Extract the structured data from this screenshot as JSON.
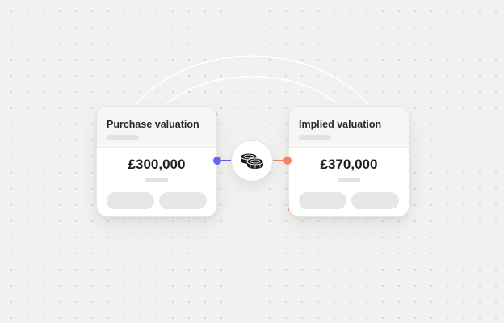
{
  "accent_colors": {
    "left": "#6366f1",
    "right": "#f4845f"
  },
  "hub_icon": "coins-icon",
  "cards": [
    {
      "title": "Purchase valuation",
      "value": "£300,000"
    },
    {
      "title": "Implied valuation",
      "value": "£370,000"
    }
  ]
}
